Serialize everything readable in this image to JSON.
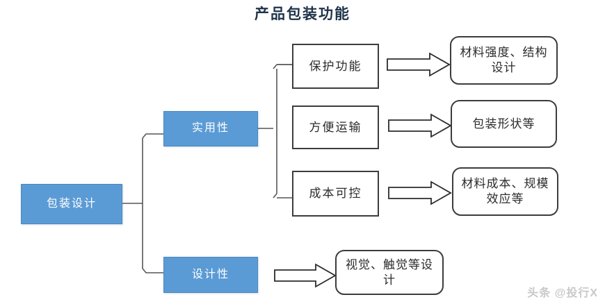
{
  "diagram": {
    "title": "产品包装功能",
    "root": {
      "label": "包装设计"
    },
    "branches": [
      {
        "label": "实用性"
      },
      {
        "label": "设计性"
      }
    ],
    "functions": [
      {
        "label": "保护功能"
      },
      {
        "label": "方便运输"
      },
      {
        "label": "成本可控"
      }
    ],
    "details": [
      {
        "label": "材料强度、结构设计"
      },
      {
        "label": "包装形状等"
      },
      {
        "label": "材料成本、规模效应等"
      },
      {
        "label": "视觉、触觉等设计"
      }
    ],
    "colors": {
      "blue_fill": "#5b9bd5",
      "blue_border": "#4a86c0",
      "box_border": "#3c3c3c",
      "title_color": "#1f3349",
      "connector": "#3c3c3c",
      "bracket": "#555555",
      "watermark_color": "#c9c9c9"
    }
  },
  "watermark": {
    "text": "头条 @投行X"
  }
}
